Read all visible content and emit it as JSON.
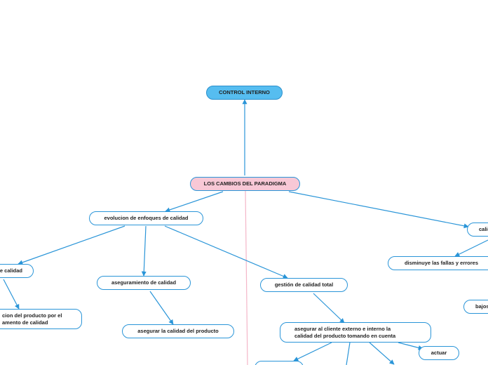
{
  "nodes": {
    "control_interno": "CONTROL INTERNO",
    "cambios_paradigma": "LOS CAMBIOS DEL PARADIGMA",
    "evolucion_enfoques": "evolucion de enfoques de calidad",
    "calid_right": "calid",
    "calidad_left": "e calidad",
    "aseguramiento": "aseguramiento de calidad",
    "gestion_total": "gestión de calidad total",
    "disminuye": "disminuye las fallas y errores",
    "bajos": "bajos",
    "inspeccion_line1": "cion del producto por el",
    "inspeccion_line2": "amento de calidad",
    "asegurar_producto": "asegurar la calidad del producto",
    "asegurar_cliente_line1": "asegurar al cliente externo e interno la",
    "asegurar_cliente_line2": "calidad del producto tomando en cuenta",
    "actuar": "actuar"
  },
  "colors": {
    "connector": "#2a95d8",
    "root_fill": "#56bdf0",
    "central_fill": "#f8c8d6",
    "pink_line": "#f4b6c8"
  }
}
